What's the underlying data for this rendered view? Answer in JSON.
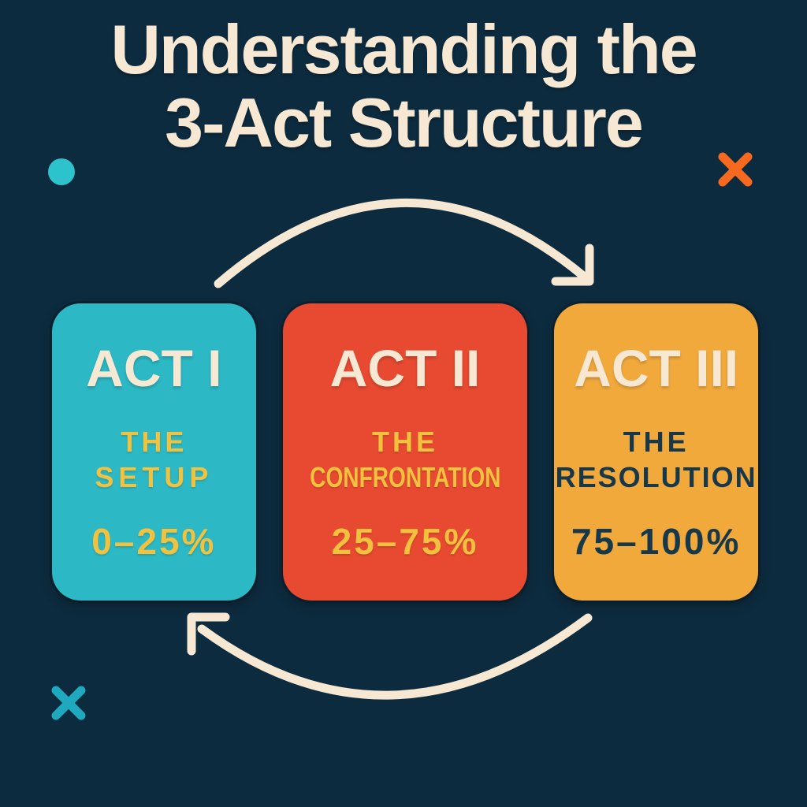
{
  "title": {
    "line1": "Understanding the",
    "line2": "3-Act Structure"
  },
  "colors": {
    "bg": "#0D2B3E",
    "cream": "#F7E8D3",
    "teal": "#2CB8C4",
    "red": "#E74A31",
    "amber": "#F2A93C",
    "yellow": "#F2C23E",
    "ink": "#16384A",
    "orangeAccent": "#F7691E",
    "tealAccent": "#1FA9BF",
    "dotTeal": "#2DC3CC"
  },
  "cards": [
    {
      "act": "ACT I",
      "subtitle_line1": "THE",
      "subtitle_line2": "SETUP",
      "range": "0–25%",
      "bg_color": "#2CB8C4",
      "text_color": "#F2C23E"
    },
    {
      "act": "ACT II",
      "subtitle_line1": "THE",
      "subtitle_line2": "CONFRONTATION",
      "range": "25–75%",
      "bg_color": "#E74A31",
      "text_color": "#F2C23E"
    },
    {
      "act": "ACT III",
      "subtitle_line1": "THE",
      "subtitle_line2": "RESOLUTION",
      "range": "75–100%",
      "bg_color": "#F2A93C",
      "text_color": "#16384A"
    }
  ]
}
